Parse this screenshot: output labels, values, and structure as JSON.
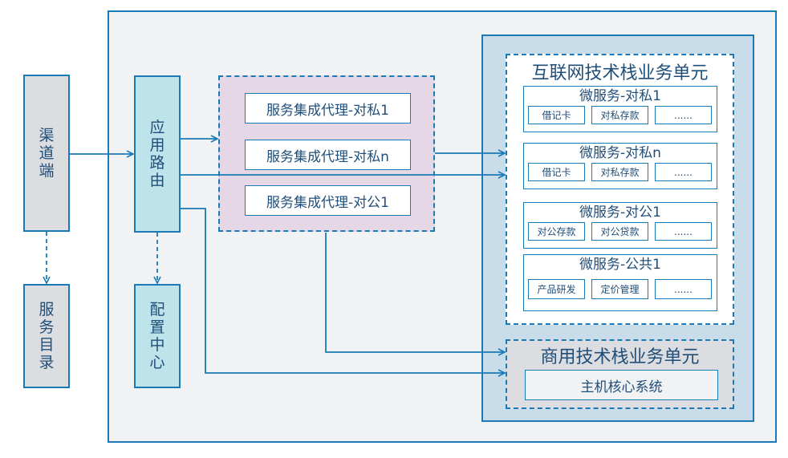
{
  "outer_frame": {},
  "channel": {
    "label_chars": [
      "渠",
      "道",
      "端"
    ]
  },
  "service_catalog": {
    "label_chars": [
      "服",
      "务",
      "目",
      "录"
    ]
  },
  "app_router": {
    "label_chars": [
      "应",
      "用",
      "路",
      "由"
    ]
  },
  "config_center": {
    "label_chars": [
      "配",
      "置",
      "中",
      "心"
    ]
  },
  "proxy_group": {
    "items": [
      {
        "label": "服务集成代理-对私1"
      },
      {
        "label": "服务集成代理-对私n"
      },
      {
        "label": "服务集成代理-对公1"
      }
    ]
  },
  "internet_unit": {
    "title": "互联网技术栈业务单元",
    "microservices": [
      {
        "title": "微服务-对私1",
        "chips": [
          "借记卡",
          "对私存款",
          "......"
        ]
      },
      {
        "title": "微服务-对私n",
        "chips": [
          "借记卡",
          "对私存款",
          "......"
        ]
      },
      {
        "title": "微服务-对公1",
        "chips": [
          "对公存款",
          "对公贷款",
          "......"
        ]
      },
      {
        "title": "微服务-公共1",
        "chips": [
          "产品研发",
          "定价管理",
          "......"
        ]
      }
    ]
  },
  "commercial_unit": {
    "title": "商用技术栈业务单元",
    "core": "主机核心系统"
  },
  "colors": {
    "line": "#1a7ab5",
    "text": "#1f4e79",
    "grey_box": "#dcdde0",
    "cyan_box": "#bfe3ea",
    "proxy_bg": "#e5d7e6",
    "panel_bg": "#c9dcea",
    "canvas_bg": "#f1f2f4"
  }
}
